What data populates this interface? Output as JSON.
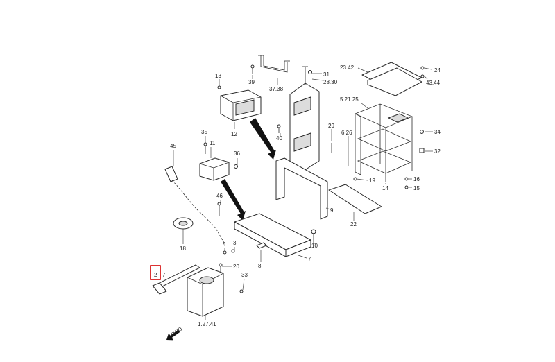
{
  "diagram": {
    "highlight_label": "2",
    "labels": [
      {
        "id": "lbl-13",
        "text": "13"
      },
      {
        "id": "lbl-39",
        "text": "39"
      },
      {
        "id": "lbl-37-38",
        "text": "37.38"
      },
      {
        "id": "lbl-31",
        "text": "31"
      },
      {
        "id": "lbl-28-30",
        "text": "28.30"
      },
      {
        "id": "lbl-23-42",
        "text": "23.42"
      },
      {
        "id": "lbl-24",
        "text": "24"
      },
      {
        "id": "lbl-43-44",
        "text": "43.44"
      },
      {
        "id": "lbl-5-21-25",
        "text": "5.21.25"
      },
      {
        "id": "lbl-12",
        "text": "12"
      },
      {
        "id": "lbl-40",
        "text": "40"
      },
      {
        "id": "lbl-29",
        "text": "29"
      },
      {
        "id": "lbl-6-26",
        "text": "6.26"
      },
      {
        "id": "lbl-34",
        "text": "34"
      },
      {
        "id": "lbl-32",
        "text": "32"
      },
      {
        "id": "lbl-35",
        "text": "35"
      },
      {
        "id": "lbl-11",
        "text": "11"
      },
      {
        "id": "lbl-36",
        "text": "36"
      },
      {
        "id": "lbl-45",
        "text": "45"
      },
      {
        "id": "lbl-19",
        "text": "19"
      },
      {
        "id": "lbl-14",
        "text": "14"
      },
      {
        "id": "lbl-16",
        "text": "16"
      },
      {
        "id": "lbl-15",
        "text": "15"
      },
      {
        "id": "lbl-9",
        "text": "9"
      },
      {
        "id": "lbl-46",
        "text": "46"
      },
      {
        "id": "lbl-22",
        "text": "22"
      },
      {
        "id": "lbl-18",
        "text": "18"
      },
      {
        "id": "lbl-10",
        "text": "10"
      },
      {
        "id": "lbl-4",
        "text": "4"
      },
      {
        "id": "lbl-3",
        "text": "3"
      },
      {
        "id": "lbl-8",
        "text": "8"
      },
      {
        "id": "lbl-7",
        "text": "7"
      },
      {
        "id": "lbl-2",
        "text": "2"
      },
      {
        "id": "lbl-17",
        "text": "7"
      },
      {
        "id": "lbl-20",
        "text": "20"
      },
      {
        "id": "lbl-33",
        "text": "33"
      },
      {
        "id": "lbl-1-27-41",
        "text": "1.27.41"
      }
    ],
    "direction_marker": "FWD"
  }
}
